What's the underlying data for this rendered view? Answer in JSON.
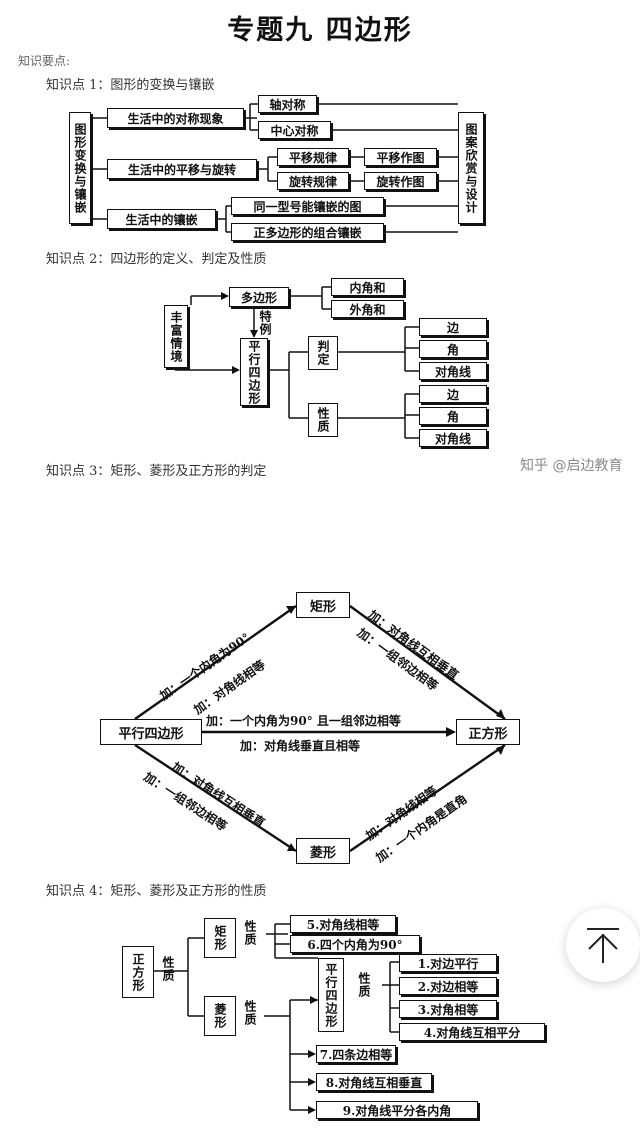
{
  "title": "专题九  四边形",
  "subtitle": "知识要点:",
  "watermark": "知乎 @启边教育",
  "kp1": {
    "heading": "知识点 1：图形的变换与镶嵌",
    "left": "图形变换与镶嵌",
    "right": "图案欣赏与设计",
    "b1": "生活中的对称现象",
    "b2": "生活中的平移与旋转",
    "b3": "生活中的镶嵌",
    "c1": "轴对称",
    "c2": "中心对称",
    "c3": "平移规律",
    "c4": "平移作图",
    "c5": "旋转规律",
    "c6": "旋转作图",
    "c7": "同一型号能镶嵌的图",
    "c8": "正多边形的组合镶嵌"
  },
  "kp2": {
    "heading": "知识点 2：四边形的定义、判定及性质",
    "rich": "丰富情境",
    "poly": "多边形",
    "inner": "内角和",
    "outer": "外角和",
    "special": "特例",
    "para": "平行四边形",
    "judge": "判定",
    "prop": "性质",
    "side1": "边",
    "angle1": "角",
    "diag1": "对角线",
    "side2": "边",
    "angle2": "角",
    "diag2": "对角线"
  },
  "kp3": {
    "heading": "知识点 3：矩形、菱形及正方形的判定",
    "rect": "矩形",
    "para": "平行四边形",
    "square": "正方形",
    "rhombus": "菱形",
    "l1": "加：一个内角为90°",
    "l2": "加：对角线相等",
    "l3": "加：对角线互相垂直",
    "l4": "加：一组邻边相等",
    "l5": "加：一个内角为90°  且一组邻边相等",
    "l6": "加：对角线垂直且相等",
    "l7": "加：一组邻边相等",
    "l8": "加：对角线互相垂直",
    "l9": "加：对角线相等",
    "l10": "加：一个内角是直角"
  },
  "kp4": {
    "heading": "知识点 4：矩形、菱形及正方形的性质",
    "square": "正方形",
    "prop": "性质",
    "rect": "矩形",
    "rhombus": "菱形",
    "prop_rect": "性质",
    "prop_rhom": "性质",
    "para": "平行四边形",
    "prop_para": "性质",
    "p5": "5.对角线相等",
    "p6": "6.四个内角为90°",
    "p1": "1.对边平行",
    "p2": "2.对边相等",
    "p3": "3.对角相等",
    "p4": "4.对角线互相平分",
    "p7": "7.四条边相等",
    "p8": "8.对角线互相垂直",
    "p9": "9.对角线平分各内角"
  },
  "fab": {
    "icon": "arrow-up-icon"
  }
}
